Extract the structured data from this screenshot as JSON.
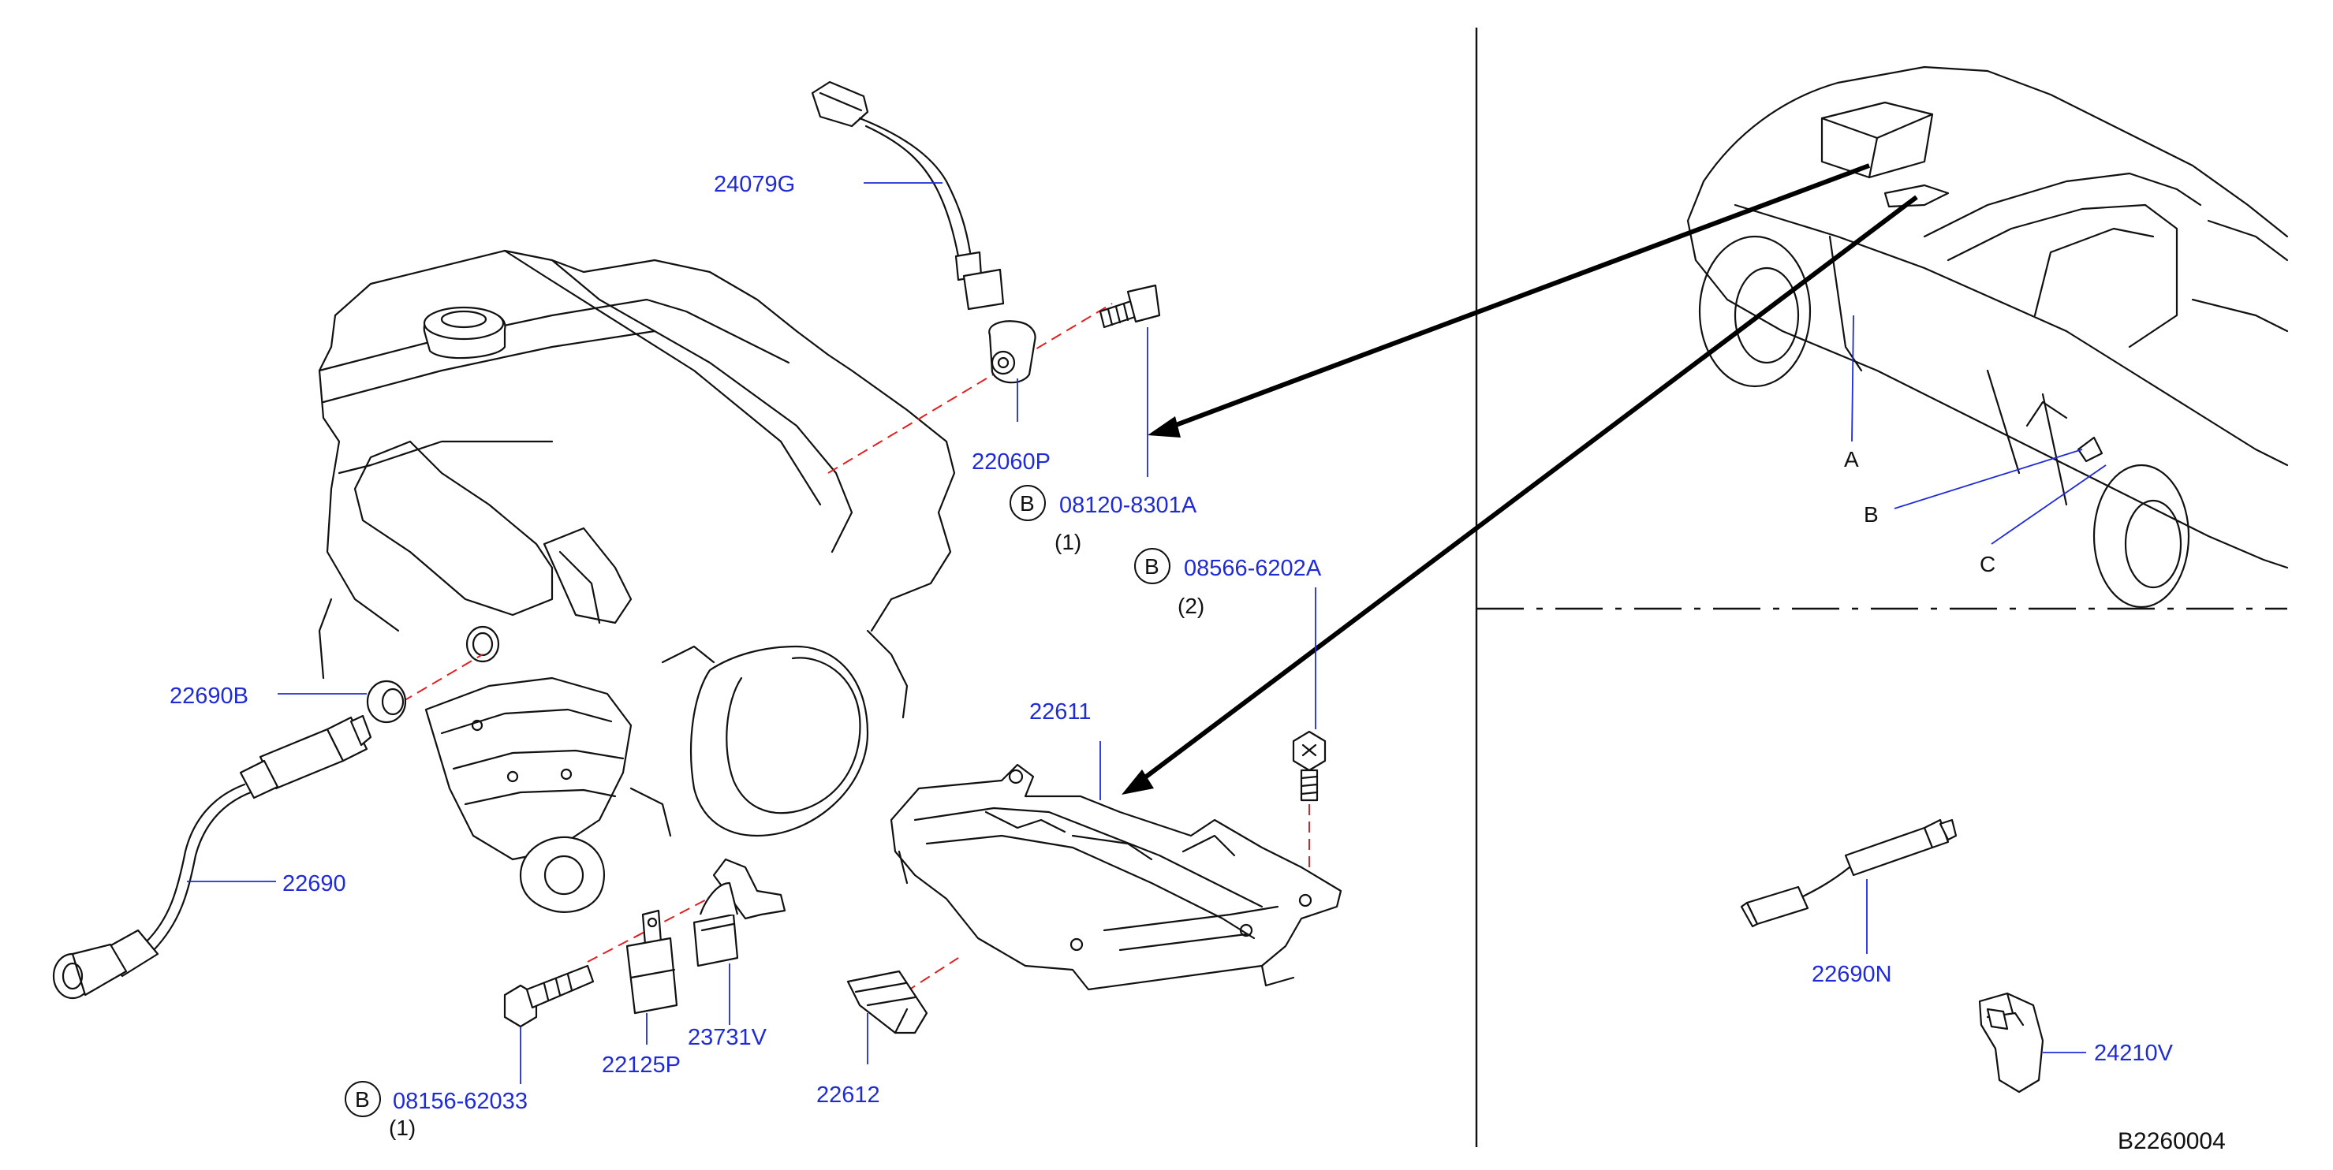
{
  "parts": {
    "p_24079G": "24079G",
    "p_22060P": "22060P",
    "p_08120": "08120-8301A",
    "p_08120_qty": "(1)",
    "p_08566": "08566-6202A",
    "p_08566_qty": "(2)",
    "p_22690B": "22690B",
    "p_22690": "22690",
    "p_22611": "22611",
    "p_22612": "22612",
    "p_23731V": "23731V",
    "p_22125P": "22125P",
    "p_08156": "08156-62033",
    "p_08156_qty": "(1)",
    "p_22690N": "22690N",
    "p_24210V": "24210V",
    "bolt_marker": "B"
  },
  "vehicle_refs": {
    "a": "A",
    "b": "B",
    "c": "C"
  },
  "diagram_code": "B2260004",
  "colors": {
    "part_number": "#1f2bd6",
    "hidden_line": "#e02020",
    "ink": "#111111"
  }
}
